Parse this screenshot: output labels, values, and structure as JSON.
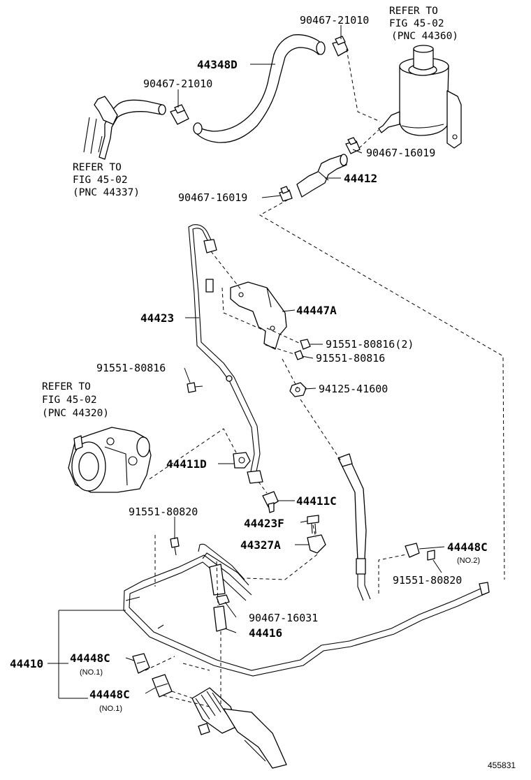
{
  "labels": {
    "p_90467_21010_top": "90467-21010",
    "p_44348D": "44348D",
    "p_90467_21010_left": "90467-21010",
    "p_90467_16019_right": "90467-16019",
    "p_44412": "44412",
    "p_90467_16019_left": "90467-16019",
    "p_44423": "44423",
    "p_44447A": "44447A",
    "p_91551_80816_2": "91551-80816(2)",
    "p_91551_80816_b": "91551-80816",
    "p_91551_80816_c": "91551-80816",
    "p_94125_41600": "94125-41600",
    "p_44411D": "44411D",
    "p_44411C": "44411C",
    "p_91551_80820_a": "91551-80820",
    "p_44423F": "44423F",
    "p_44327A": "44327A",
    "p_44448C_no2": "44448C",
    "no2": "(NO.2)",
    "p_91551_80820_b": "91551-80820",
    "p_90467_16031": "90467-16031",
    "p_44416": "44416",
    "p_44410": "44410",
    "p_44448C_a": "44448C",
    "no1_a": "(NO.1)",
    "p_44448C_b": "44448C",
    "no1_b": "(NO.1)",
    "figure_no": "455831"
  },
  "refs": {
    "top_right": [
      "REFER TO",
      "FIG 45-02",
      "(PNC 44360)"
    ],
    "top_left": [
      "REFER TO",
      "FIG 45-02",
      "(PNC 44337)"
    ],
    "mid_left": [
      "REFER TO",
      "FIG 45-02",
      "(PNC 44320)"
    ]
  }
}
